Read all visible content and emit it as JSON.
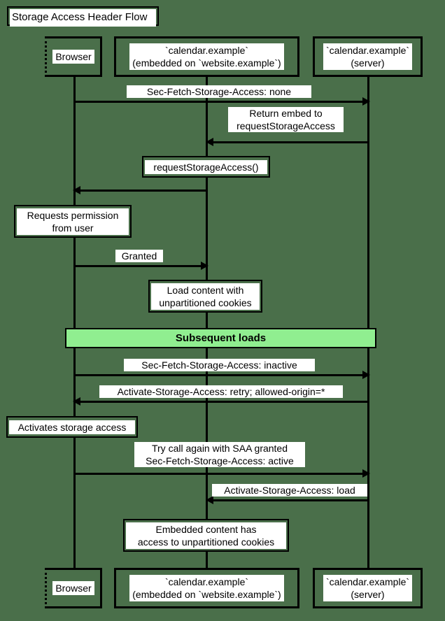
{
  "diagram": {
    "type": "sequence-diagram",
    "title": "Storage Access Header Flow",
    "background_color": "#4a6f4a",
    "accent_color": "#90ee90",
    "line_color": "#000000",
    "label_background": "#ffffff"
  },
  "participants": [
    {
      "id": "browser",
      "label": "Browser",
      "kind": "actor"
    },
    {
      "id": "embed",
      "label": "`calendar.example`\n(embedded on `website.example`)",
      "kind": "participant"
    },
    {
      "id": "server",
      "label": "`calendar.example`\n(server)",
      "kind": "participant"
    }
  ],
  "messages": [
    {
      "index": 1,
      "from": "browser",
      "to": "server",
      "direction": "right",
      "label": "Sec-Fetch-Storage-Access: none"
    },
    {
      "index": 2,
      "from": "server",
      "to": "embed",
      "direction": "left",
      "label": "Return embed to\nrequestStorageAccess"
    },
    {
      "index": 3,
      "from": "embed",
      "to": "browser",
      "direction": "left",
      "label": ""
    },
    {
      "index": 4,
      "from": "browser",
      "to": "embed",
      "direction": "right",
      "label": "Granted"
    },
    {
      "index": 5,
      "from": "browser",
      "to": "server",
      "direction": "right",
      "label": "Sec-Fetch-Storage-Access: inactive"
    },
    {
      "index": 6,
      "from": "server",
      "to": "browser",
      "direction": "left",
      "label": "Activate-Storage-Access: retry; allowed-origin=*"
    },
    {
      "index": 7,
      "from": "browser",
      "to": "server",
      "direction": "right",
      "label": "Try call again with SAA granted\nSec-Fetch-Storage-Access: active"
    },
    {
      "index": 8,
      "from": "server",
      "to": "embed",
      "direction": "left",
      "label": "Activate-Storage-Access: load"
    }
  ],
  "notes": [
    {
      "index": 1,
      "over": "embed",
      "text": "requestStorageAccess()"
    },
    {
      "index": 2,
      "over": "browser",
      "text": "Requests permission\nfrom user"
    },
    {
      "index": 3,
      "over": "embed",
      "text": "Load content with\nunpartitioned cookies"
    },
    {
      "index": 4,
      "over": "browser",
      "text": "Activates storage access"
    },
    {
      "index": 5,
      "over": "embed",
      "text": "Embedded content has\naccess to unpartitioned cookies"
    }
  ],
  "dividers": [
    {
      "index": 1,
      "text": "Subsequent loads",
      "color": "#90ee90"
    }
  ]
}
